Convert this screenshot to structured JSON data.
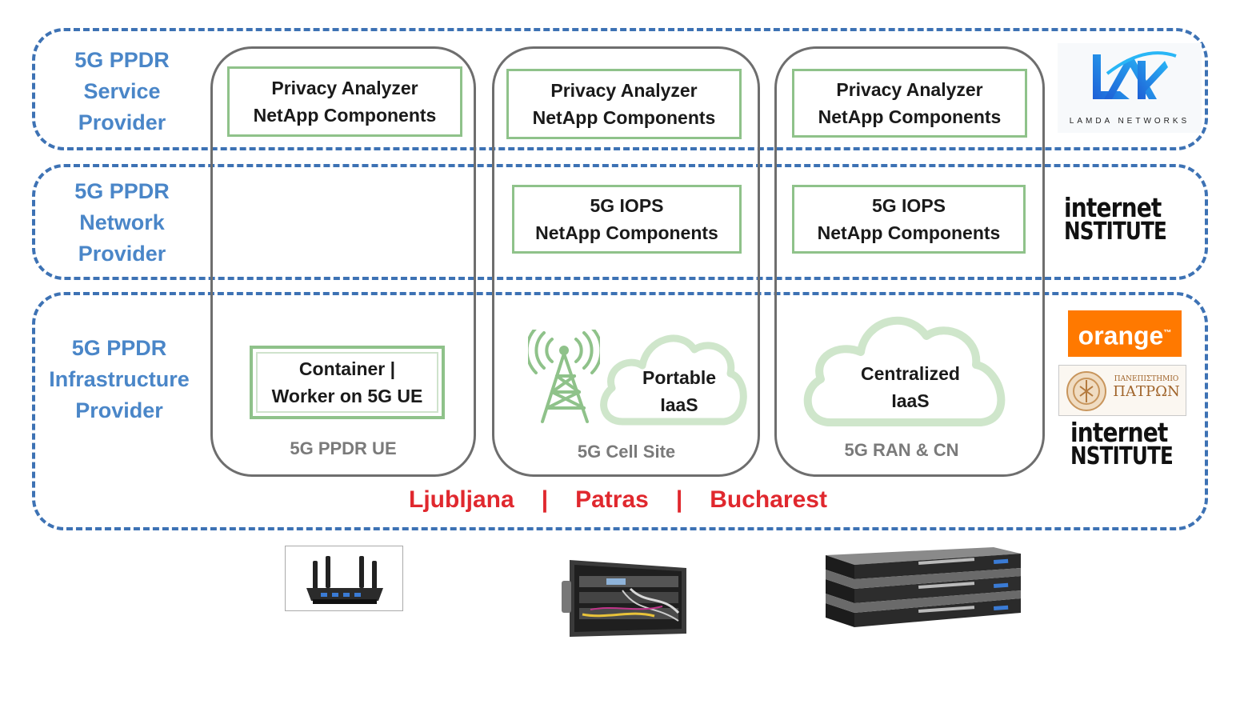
{
  "layers": [
    {
      "lines": [
        "5G PPDR",
        "Service",
        "Provider"
      ]
    },
    {
      "lines": [
        "5G PPDR",
        "Network",
        "Provider"
      ]
    },
    {
      "lines": [
        "5G PPDR",
        "Infrastructure",
        "Provider"
      ]
    }
  ],
  "columns": [
    {
      "label": "5G PPDR UE",
      "service_component": [
        "Privacy Analyzer",
        "NetApp Components"
      ],
      "infra_component": [
        "Container |",
        "Worker on 5G UE"
      ],
      "hardware_icon": "router-icon"
    },
    {
      "label": "5G Cell Site",
      "service_component": [
        "Privacy Analyzer",
        "NetApp Components"
      ],
      "network_component": [
        "5G IOPS",
        "NetApp Components"
      ],
      "cloud": [
        "Portable",
        "IaaS"
      ],
      "antenna_icon": "cell-tower-icon",
      "hardware_icon": "rack-case-icon"
    },
    {
      "label": "5G RAN & CN",
      "service_component": [
        "Privacy Analyzer",
        "NetApp Components"
      ],
      "network_component": [
        "5G IOPS",
        "NetApp Components"
      ],
      "cloud": [
        "Centralized",
        "IaaS"
      ],
      "hardware_icon": "server-stack-icon"
    }
  ],
  "cities": [
    "Ljubljana",
    "Patras",
    "Bucharest"
  ],
  "city_separator": "|",
  "logos": {
    "lamda": {
      "text": "LAMDA NETWORKS",
      "icon": "lamda-logo"
    },
    "internet_institute": {
      "line1": "internet",
      "line2": "NSTITUTE"
    },
    "orange": {
      "text": "orange",
      "mark": "™",
      "color": "#ff7900"
    },
    "patras_university": {
      "line1": "ΠΑΝΕΠΙΣΤΗΜΙΟ",
      "line2": "ΠΑΤΡΩΝ",
      "icon": "university-seal"
    }
  },
  "colors": {
    "dashed_band": "#3d72b4",
    "layer_label": "#4a86c8",
    "component_border": "#8fc28a",
    "cities": "#e0282e",
    "column_label": "#7a7a7a"
  }
}
